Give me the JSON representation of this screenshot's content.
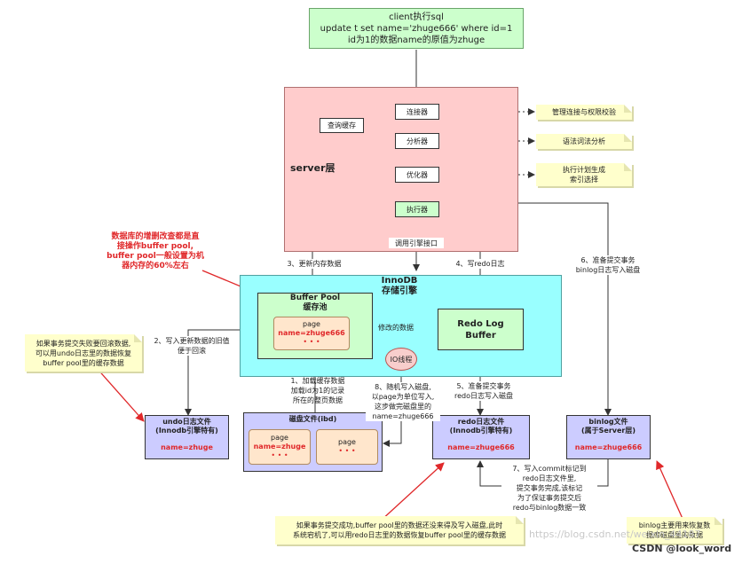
{
  "client": {
    "line1": "client执行sql",
    "line2": "update t set name='zhuge666' where id=1",
    "line3": "id为1的数据name的原值为zhuge"
  },
  "server": {
    "label": "server层",
    "query_cache": "查询缓存",
    "connector": "连接器",
    "analyzer": "分析器",
    "optimizer": "优化器",
    "executor": "执行器",
    "notes": {
      "connector": "管理连接与权限校验",
      "analyzer": "语法词法分析",
      "optimizer": "执行计划生成\n索引选择"
    }
  },
  "innodb": {
    "title": "InnoDB\n存储引擎",
    "call_engine": "调用引擎接口"
  },
  "buffer_pool": {
    "title": "Buffer Pool\n缓存池",
    "page": "page",
    "value": "name=zhuge666",
    "dots": "• • •"
  },
  "redo_log_buffer": {
    "title": "Redo Log\nBuffer"
  },
  "io_thread": "IO线程",
  "modified_data": "修改的数据",
  "disk": {
    "title": "磁盘文件(ibd)",
    "pages": [
      {
        "page": "page",
        "value": "name=zhuge",
        "dots": "• • •"
      },
      {
        "page": "page",
        "value": "",
        "dots": "• • •"
      }
    ]
  },
  "undo": {
    "title": "undo日志文件\n(Innodb引擎特有)",
    "value": "name=zhuge"
  },
  "redo_file": {
    "title": "redo日志文件\n(Innodb引擎特有)",
    "value": "name=zhuge666"
  },
  "binlog": {
    "title": "binlog文件\n(属于Server层)",
    "value": "name=zhuge666"
  },
  "steps": {
    "s1": "1、加载缓存数据\n加载id为1的记录\n所在的整页数据",
    "s2": "2、写入更新数据的旧值\n便于回滚",
    "s3": "3、更新内存数据",
    "s4": "4、写redo日志",
    "s5": "5、准备提交事务\nredo日志写入磁盘",
    "s6": "6、准备提交事务\nbinlog日志写入磁盘",
    "s7": "7、写入commit标记到\nredo日志文件里,\n提交事务完成,该标记\n为了保证事务提交后\nredo与binlog数据一致",
    "s8": "8、随机写入磁盘,\n以page为单位写入,\n这步做完磁盘里的\nname=zhuge666"
  },
  "annotations": {
    "buffer_pool_note": "数据库的增删改查都是直\n接操作buffer pool,\nbuffer pool一般设置为机\n器内存的60%左右",
    "undo_note": "如果事务提交失败要回滚数据,\n可以用undo日志里的数据恢复\nbuffer pool里的缓存数据",
    "redo_note": "如果事务提交成功,buffer pool里的数据还没来得及写入磁盘,此时\n系统宕机了,可以用redo日志里的数据恢复buffer pool里的缓存数据",
    "binlog_note": "binlog主要用来恢复数\n据库磁盘里的数据"
  },
  "watermark": "https://blog.csdn.net/weixin_44187",
  "credit": "CSDN @look_word"
}
